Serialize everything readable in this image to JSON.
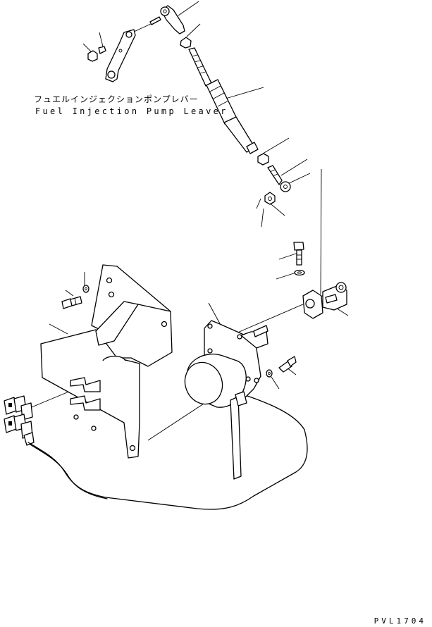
{
  "diagram": {
    "label_jp": "フュエルインジェクションポンプレバー",
    "label_en": "Fuel Injection Pump Leaver",
    "drawing_code": "PVL1704"
  }
}
